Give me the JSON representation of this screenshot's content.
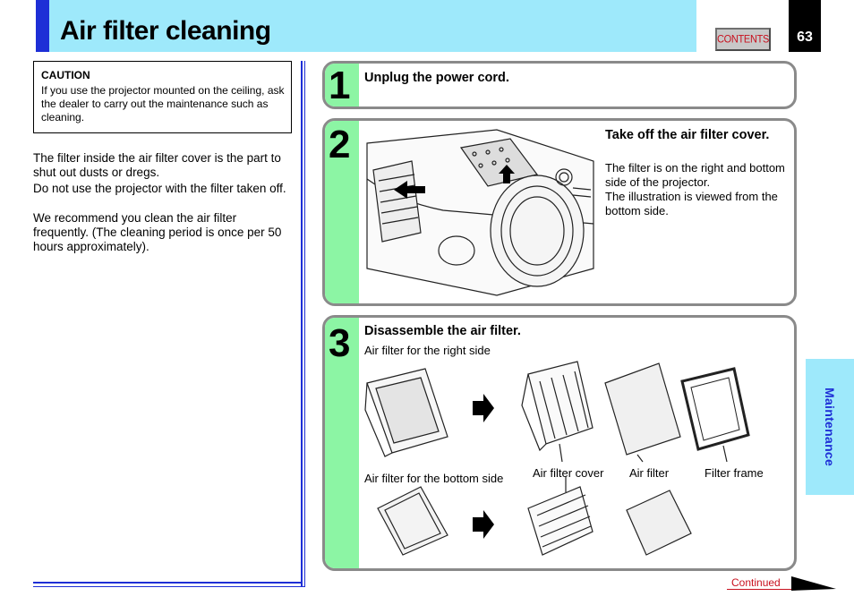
{
  "header": {
    "title": "Air filter cleaning",
    "contents_label": "CONTENTS",
    "page_number": "63"
  },
  "side_tab": {
    "label": "Maintenance"
  },
  "caution": {
    "title": "CAUTION",
    "text": "If you use the projector mounted on the ceiling, ask the dealer to carry out the maintenance such as cleaning."
  },
  "intro": {
    "p1": "The filter inside the air filter cover is the part to shut out dusts or dregs.",
    "p2": "Do not use the projector with the filter taken off.",
    "p3": "We recommend you clean the air filter frequently. (The cleaning period is once per 50 hours approximately)."
  },
  "steps": [
    {
      "number": "1",
      "title": "Unplug the power cord."
    },
    {
      "number": "2",
      "title": "Take off the air filter cover.",
      "desc1": "The filter is on the right and bottom side of the projector.",
      "desc2": "The illustration is viewed from the bottom side."
    },
    {
      "number": "3",
      "title": "Disassemble the air filter.",
      "label_right": "Air filter for the right side",
      "label_bottom": "Air filter for the bottom side",
      "label_cover": "Air filter cover",
      "label_filter": "Air filter",
      "label_frame": "Filter frame"
    }
  ],
  "footer": {
    "continued": "Continued"
  },
  "colors": {
    "accent_blue": "#1e2fd6",
    "header_cyan": "#9ee9fb",
    "step_green": "#8cf5a4",
    "link_red": "#c8101e"
  }
}
